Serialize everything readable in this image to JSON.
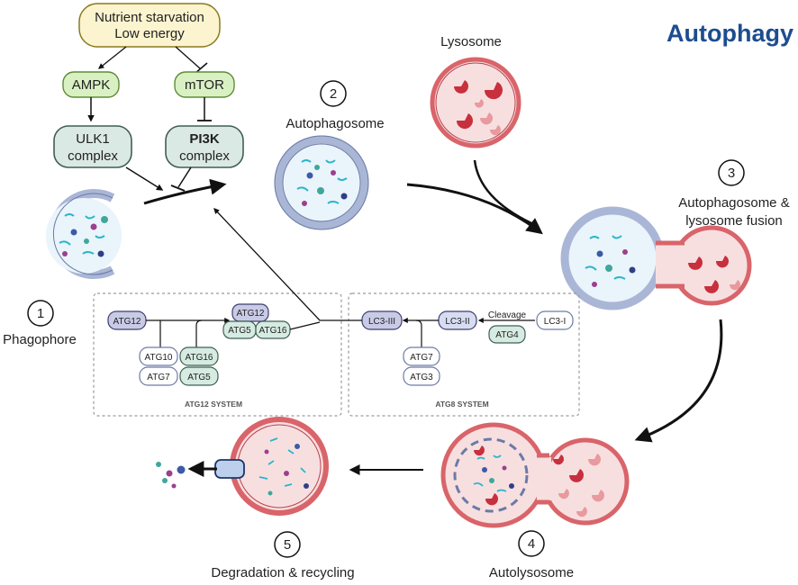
{
  "title": "Autophagy",
  "trigger": {
    "line1": "Nutrient starvation",
    "line2": "Low energy"
  },
  "ampk": "AMPK",
  "mtor": "mTOR",
  "ulk1": {
    "line1": "ULK1",
    "line2": "complex"
  },
  "pi3k": {
    "line1": "PI3K",
    "line2": "complex"
  },
  "stages": [
    {
      "num": "1",
      "label": "Phagophore"
    },
    {
      "num": "2",
      "label": "Autophagosome"
    },
    {
      "num": "3",
      "line1": "Autophagosome &",
      "line2": "lysosome fusion"
    },
    {
      "num": "4",
      "label": "Autolysosome"
    },
    {
      "num": "5",
      "label": "Degradation & recycling"
    }
  ],
  "lysosome": "Lysosome",
  "atg12_system": {
    "title": "ATG12 SYSTEM",
    "atg12": "ATG12",
    "atg10": "ATG10",
    "atg7": "ATG7",
    "atg16": "ATG16",
    "atg5": "ATG5",
    "complex_top": "ATG12",
    "complex_left": "ATG5",
    "complex_right": "ATG16"
  },
  "atg8_system": {
    "title": "ATG8 SYSTEM",
    "lc3iii": "LC3-III",
    "lc3ii": "LC3-II",
    "lc3i": "LC3-I",
    "cleavage": "Cleavage",
    "atg4": "ATG4",
    "atg7": "ATG7",
    "atg3": "ATG3"
  },
  "colors": {
    "title": "#1d4d8f",
    "trigger_fill": "#fbf4cf",
    "trigger_stroke": "#8a7a1e",
    "green_fill": "#d9f0c3",
    "green_stroke": "#5e8c3a",
    "complex_fill": "#dbe9e4",
    "complex_stroke": "#3f5f55",
    "membrane_blue": "#aab6d6",
    "membrane_red": "#d9646a",
    "lumen_red": "#f7dfe0"
  }
}
